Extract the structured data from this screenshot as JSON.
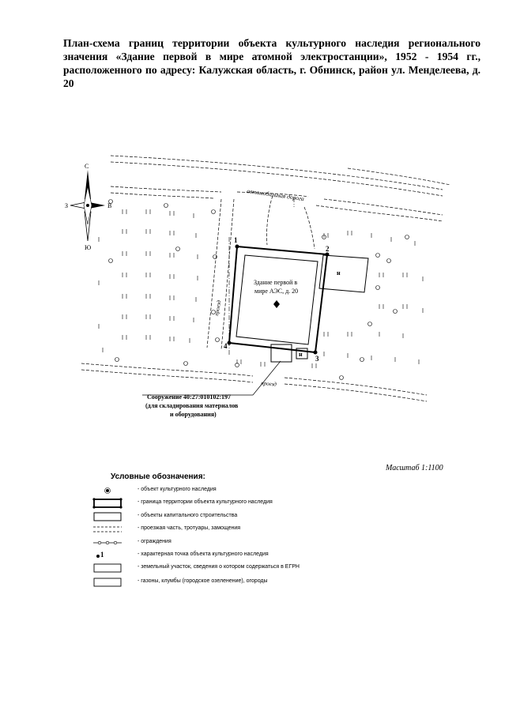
{
  "title": "План-схема границ территории объекта культурного наследия регионального значения «Здание первой в мире атомной электростанции», 1952 - 1954 гг., расположенного по адресу: Калужская область, г. Обнинск, район ул. Менделеева, д. 20",
  "compass": {
    "north": "С",
    "south": "Ю",
    "west": "З",
    "east": "В"
  },
  "map": {
    "road_label": "автомобильная дорога",
    "driveway_left_label": "проезд",
    "driveway_bottom_label": "проезд",
    "building_label_line1": "Здание первой в",
    "building_label_line2": "мире АЭС, д. 20",
    "points": [
      "1",
      "2",
      "3",
      "4"
    ],
    "building_letter_1": "н",
    "building_letter_2": "н",
    "structure_line1": "Сооружение 40:27:010102:197",
    "structure_line2": "(для складирования материалов",
    "structure_line3": "и оборудования)"
  },
  "scale_label": "Масштаб 1:1100",
  "legend": {
    "title": "Условные обозначения:",
    "items": [
      "- объект культурного наследия",
      "- граница территории объекта культурного наследия",
      "- объекты капитального строительства",
      "- проезжая часть, тротуары, замощения",
      "- ограждения",
      "- характерная точка объекта культурного наследия",
      "- земельный участок, сведения о котором содержаться в ЕГРН",
      "- газоны, клумбы (городское озеленение), огороды"
    ],
    "point_symbol_label": "1"
  }
}
